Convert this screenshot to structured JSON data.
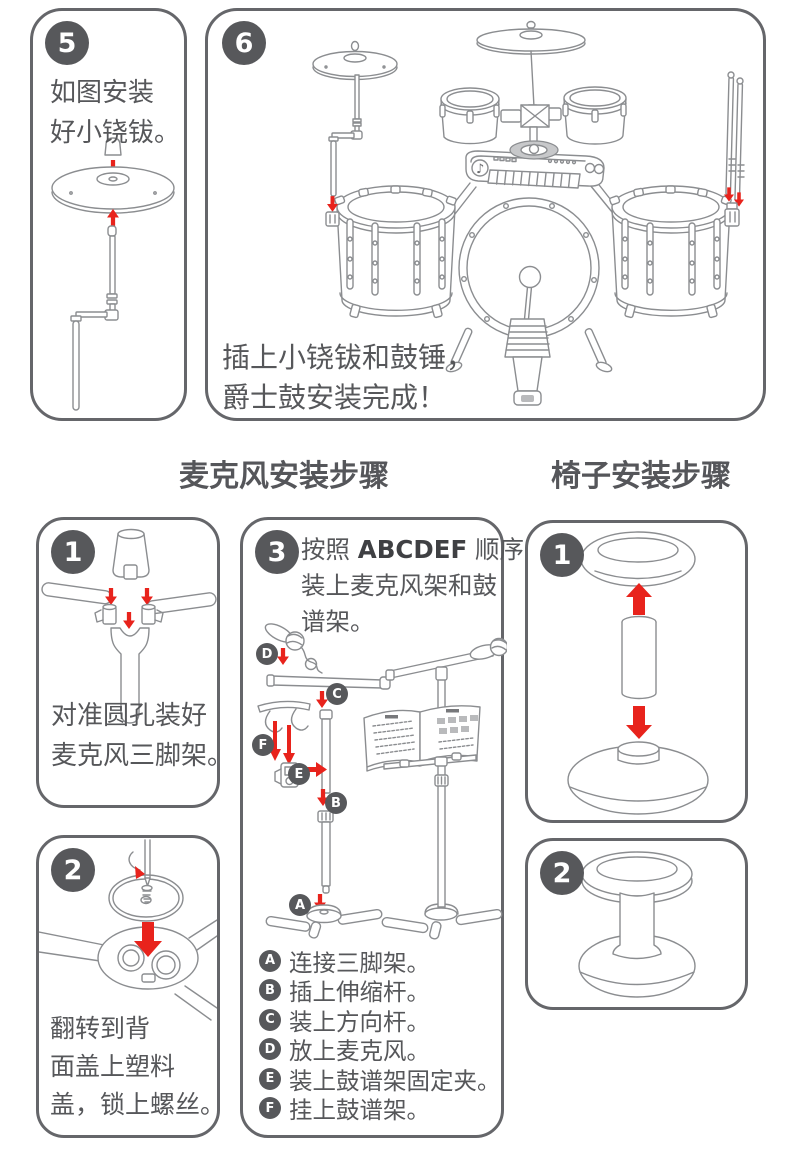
{
  "icons": {
    "gclef": "♪"
  },
  "colors": {
    "badge": "#57585b",
    "text": "#56575a",
    "line": "#8b8d90",
    "red": "#e8231c",
    "border": "#65666a"
  },
  "top_row": {
    "step5": {
      "number": "5",
      "lines": [
        "如图安装",
        "好小铙钹。"
      ]
    },
    "step6": {
      "number": "6",
      "lines": [
        "插上小铙钹和鼓锤，",
        "爵士鼓安装完成！"
      ]
    }
  },
  "mic": {
    "heading": "麦克风安装步骤",
    "step1": {
      "number": "1",
      "lines": [
        "对准圆孔装好",
        "麦克风三脚架。"
      ]
    },
    "step2": {
      "number": "2",
      "lines": [
        "翻转到背",
        "面盖上塑料",
        "盖，锁上螺丝。"
      ]
    },
    "step3": {
      "number": "3",
      "caption": {
        "prefix": "按照 ",
        "em": "ABCDEF",
        "suffix": " 顺序",
        "line2": "装上麦克风架和鼓",
        "line3": "谱架。"
      },
      "items": [
        {
          "letter": "A",
          "text": "连接三脚架。"
        },
        {
          "letter": "B",
          "text": "插上伸缩杆。"
        },
        {
          "letter": "C",
          "text": "装上方向杆。"
        },
        {
          "letter": "D",
          "text": "放上麦克风。"
        },
        {
          "letter": "E",
          "text": "装上鼓谱架固定夹。"
        },
        {
          "letter": "F",
          "text": "挂上鼓谱架。"
        }
      ]
    }
  },
  "chair": {
    "heading": "椅子安装步骤",
    "step1": {
      "number": "1"
    },
    "step2": {
      "number": "2"
    }
  }
}
